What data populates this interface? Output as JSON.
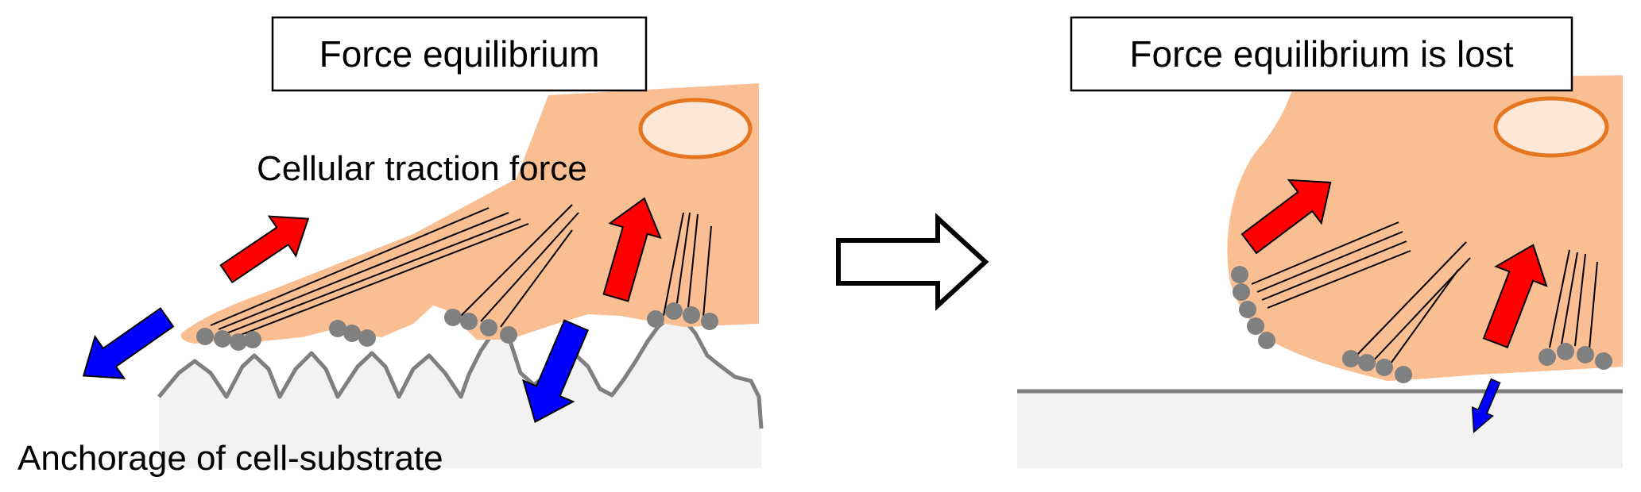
{
  "left_panel": {
    "title": "Force equilibrium",
    "traction_label": "Cellular traction force",
    "anchorage_label": "Anchorage of cell-substrate"
  },
  "right_panel": {
    "title": "Force equilibrium is lost"
  },
  "colors": {
    "cell_fill": "#f9be92",
    "nucleus_fill": "#fde7d6",
    "nucleus_stroke": "#e5761f",
    "traction_arrow": "#ff0000",
    "anchorage_arrow": "#0000ff",
    "adhesion_dot": "#808080",
    "substrate_fill": "#f2f2f2",
    "substrate_line": "#7f7f7f"
  },
  "icons": {
    "transition_arrow": "hollow-right-arrow-icon"
  }
}
